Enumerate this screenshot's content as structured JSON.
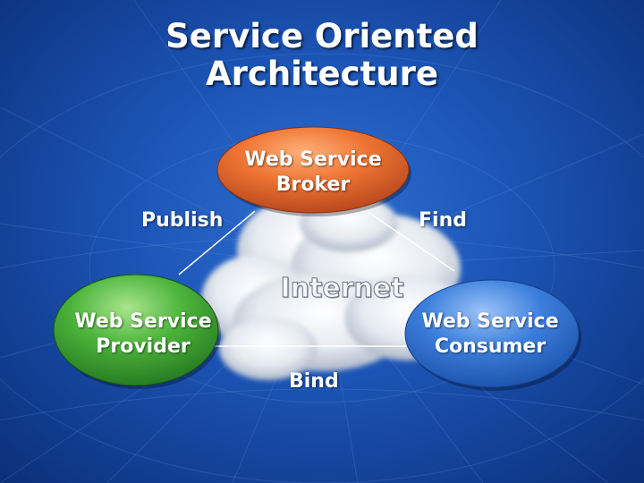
{
  "slide": {
    "title_line1": "Service Oriented",
    "title_line2": "Architecture"
  },
  "diagram": {
    "center_label": "Internet",
    "nodes": [
      {
        "id": "broker",
        "line1": "Web Service",
        "line2": "Broker",
        "color": "#e0682a"
      },
      {
        "id": "provider",
        "line1": "Web Service",
        "line2": "Provider",
        "color": "#3da532"
      },
      {
        "id": "consumer",
        "line1": "Web Service",
        "line2": "Consumer",
        "color": "#2e6fcf"
      }
    ],
    "edges": [
      {
        "from": "provider",
        "to": "broker",
        "label": "Publish"
      },
      {
        "from": "consumer",
        "to": "broker",
        "label": "Find"
      },
      {
        "from": "consumer",
        "to": "provider",
        "label": "Bind"
      }
    ]
  },
  "colors": {
    "background": "#1d56b8",
    "text": "#ffffff"
  }
}
